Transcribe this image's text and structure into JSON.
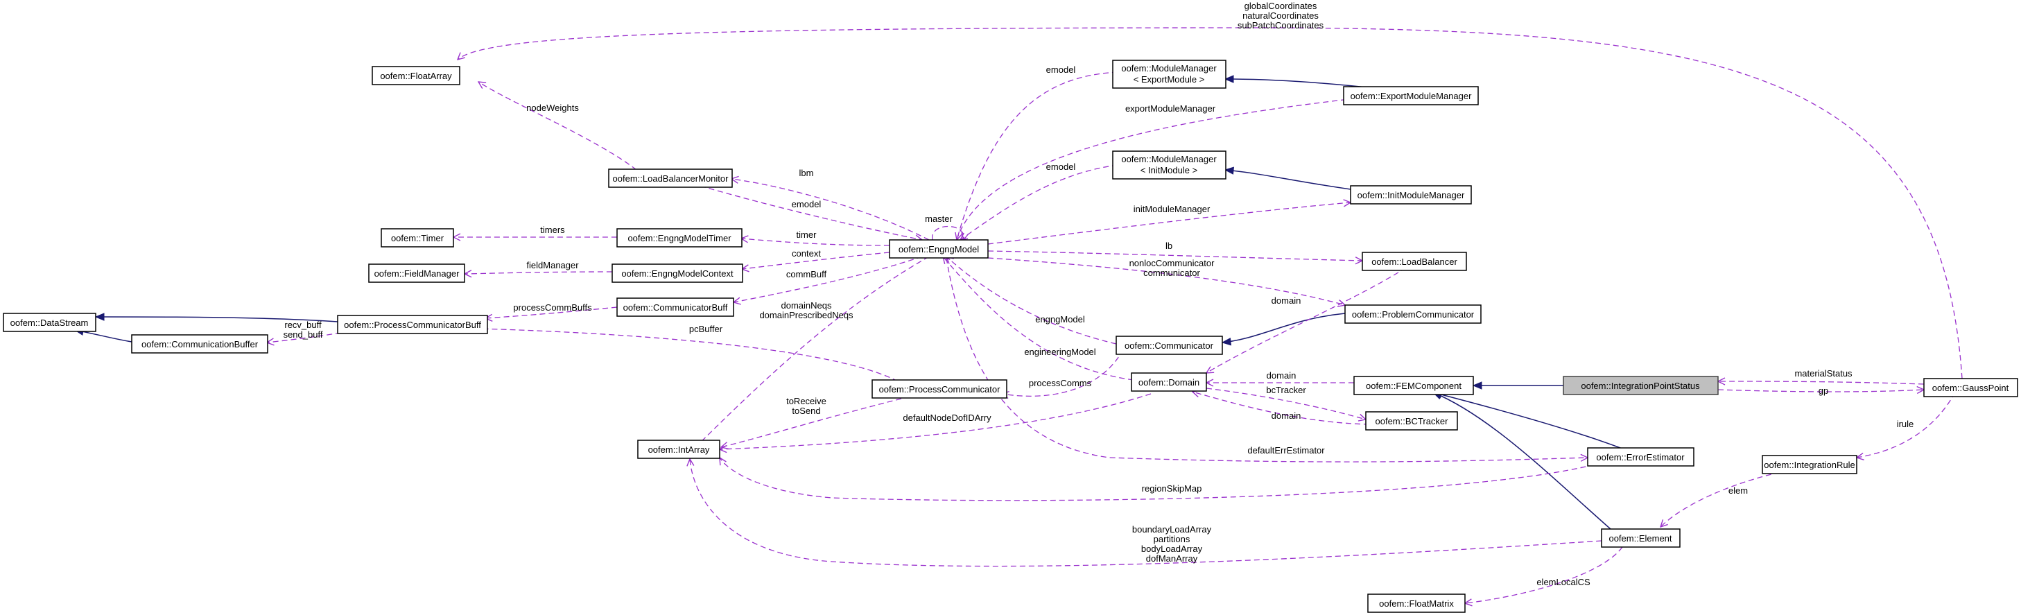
{
  "colors": {
    "dependency": "#9a32cd",
    "inheritance": "#191970",
    "focus_fill": "#bfbfbf"
  },
  "nodes": {
    "floatarray": "oofem::FloatArray",
    "modmgr_export_1": "oofem::ModuleManager",
    "modmgr_export_2": "< ExportModule >",
    "exportmodulemanager": "oofem::ExportModuleManager",
    "modmgr_init_1": "oofem::ModuleManager",
    "modmgr_init_2": "< InitModule >",
    "initmodulemanager": "oofem::InitModuleManager",
    "loadbalancermonitor": "oofem::LoadBalancerMonitor",
    "timer": "oofem::Timer",
    "engngmodeltimer": "oofem::EngngModelTimer",
    "engngmodel": "oofem::EngngModel",
    "fieldmanager": "oofem::FieldManager",
    "engngmodelcontext": "oofem::EngngModelContext",
    "loadbalancer": "oofem::LoadBalancer",
    "datastream": "oofem::DataStream",
    "processcommunicatorbuff": "oofem::ProcessCommunicatorBuff",
    "communicatorbuff": "oofem::CommunicatorBuff",
    "problemcommunicator": "oofem::ProblemCommunicator",
    "communicationbuffer": "oofem::CommunicationBuffer",
    "communicator": "oofem::Communicator",
    "processcommunicator": "oofem::ProcessCommunicator",
    "domain": "oofem::Domain",
    "femcomponent": "oofem::FEMComponent",
    "integrationpointstatus": "oofem::IntegrationPointStatus",
    "gausspoint": "oofem::GaussPoint",
    "bctracker": "oofem::BCTracker",
    "intarray": "oofem::IntArray",
    "errorestimator": "oofem::ErrorEstimator",
    "integrationrule": "oofem::IntegrationRule",
    "element": "oofem::Element",
    "floatmatrix": "oofem::FloatMatrix"
  },
  "labels": {
    "global_coordinates": "globalCoordinates",
    "natural_coordinates": "naturalCoordinates",
    "subpatch_coordinates": "subPatchCoordinates",
    "node_weights": "nodeWeights",
    "emodel_export": "emodel",
    "export_module_manager": "exportModuleManager",
    "emodel_init": "emodel",
    "lbm": "lbm",
    "emodel_lbm": "emodel",
    "master": "master",
    "init_module_manager": "initModuleManager",
    "timers": "timers",
    "timer": "timer",
    "lb": "lb",
    "field_manager": "fieldManager",
    "context": "context",
    "nonloc_communicator": "nonlocCommunicator",
    "communicator": "communicator",
    "comm_buff": "commBuff",
    "domain_lb": "domain",
    "process_comm_buffs": "processCommBuffs",
    "domain_neqs": "domainNeqs",
    "domain_prescribed_neqs": "domainPrescribedNeqs",
    "recv_buff": "recv_buff",
    "send_buff": "send_buff",
    "engng_model": "engngModel",
    "pc_buffer": "pcBuffer",
    "engineering_model": "engineeringModel",
    "domain_fem": "domain",
    "material_status": "materialStatus",
    "process_comms": "processComms",
    "bc_tracker": "bcTracker",
    "gp": "gp",
    "to_receive": "toReceive",
    "to_send": "toSend",
    "domain_bct": "domain",
    "default_node_dofid_arry": "defaultNodeDofIDArry",
    "irule": "irule",
    "default_err_estimator": "defaultErrEstimator",
    "region_skip_map": "regionSkipMap",
    "elem": "elem",
    "boundary_load_array": "boundaryLoadArray",
    "partitions": "partitions",
    "body_load_array": "bodyLoadArray",
    "dof_man_array": "dofManArray",
    "elem_local_cs": "elemLocalCS"
  }
}
